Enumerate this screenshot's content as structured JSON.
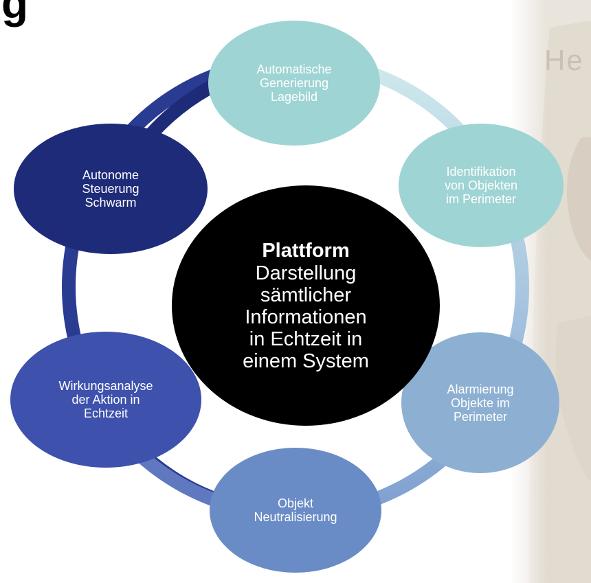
{
  "header": {
    "title_fragment": "g"
  },
  "watermark": {
    "text": "He"
  },
  "colors": {
    "ring_dark": "#1f2f7a",
    "ring_light": "#cfe9ec",
    "center_fill": "#000000"
  },
  "center": {
    "title": "Plattform",
    "body": "Darstellung\nsämtlicher\nInformationen\nin Echtzeit in\neinem System"
  },
  "nodes": [
    {
      "label": "Automatische\nGenerierung\nLagebild",
      "fill": "#9fd4d4",
      "text_color": "#ffffff"
    },
    {
      "label": "Identifikation\nvon Objekten\nim Perimeter",
      "fill": "#9fd4d4",
      "text_color": "#ffffff"
    },
    {
      "label": "Alarmierung\nObjekte im\nPerimeter",
      "fill": "#8db0d2",
      "text_color": "#ffffff"
    },
    {
      "label": "Objekt\nNeutralisierung",
      "fill": "#6a8cc6",
      "text_color": "#ffffff"
    },
    {
      "label": "Wirkungsanalyse\nder Aktion in\nEchtzeit",
      "fill": "#3e51ad",
      "text_color": "#ffffff"
    },
    {
      "label": "Autonome\nSteuerung\nSchwarm",
      "fill": "#1e2b78",
      "text_color": "#ffffff"
    }
  ]
}
